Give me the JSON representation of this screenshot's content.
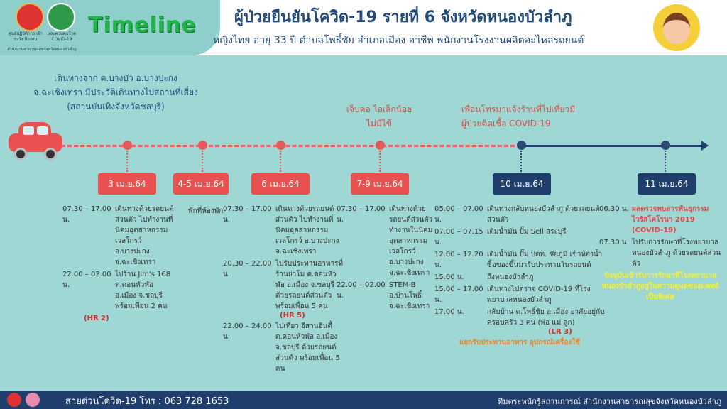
{
  "header": {
    "org1": "ศูนย์ปฏิบัติการ เฝ้าระวัง ป้องกัน",
    "org2": "และควบคุมโรค COVID-19",
    "org3": "สำนักงานสาธารณสุขจังหวัดหนองบัวลำภู",
    "timeline_label": "Timeline",
    "title": "ผู้ป่วยยืนยันโควิด-19 รายที่ 6 จังหวัดหนองบัวลำภู",
    "subtitle": "หญิงไทย อายุ 33  ปี ตำบลโพธิ์ชัย อำเภอเมือง อาชีพ พนักงานโรงงานผลิตอะไหล่รถยนต์"
  },
  "intro": {
    "line1": "เดินทางจาก ต.บางบัว อ.บางปะกง",
    "line2": "จ.ฉะเชิงเทรา มีประวัติเดินทางไปสถานที่เสี่ยง",
    "line3": "(สถานบันเทิงจังหวัดชลบุรี)"
  },
  "notes": {
    "symptom1": "เจ็บคอ ไอเล็กน้อย",
    "symptom2": "ไม่มีไข้",
    "friend1": "เพื่อนโทรมาแจ้งร้านที่ไปเที่ยวมี",
    "friend2": "ผู้ป่วยติดเชื้อ COVID-19"
  },
  "dates": [
    "3 เม.ย.64",
    "4-5 เม.ย.64",
    "6 เม.ย.64",
    "7-9 เม.ย.64",
    "10 เม.ย.64",
    "11 เม.ย.64"
  ],
  "col1": [
    {
      "t": "07.30 – 17.00 น.",
      "d": "เดินทางด้วยรถยนต์ส่วนตัว ไปทำงานที่นิคมอุตสาหกรรมเวลโกรว์ อ.บางปะกง จ.ฉะเชิงเทรา"
    },
    {
      "t": "22.00 – 02.00 น.",
      "d": "ไปร้าน Jim's 168 ต.ดอนหัวฬ่อ อ.เมือง จ.ชลบุรี พร้อมเพื่อน 2 คน"
    }
  ],
  "col1_tag": "(HR 2)",
  "col2": "พักที่ห้องพัก",
  "col3": [
    {
      "t": "07.30 – 17.00 น.",
      "d": "เดินทางด้วยรถยนต์ส่วนตัว ไปทำงานที่นิคมอุตสาหกรรมเวลโกรว์ อ.บางปะกง จ.ฉะเชิงเทรา"
    },
    {
      "t": "20.30 – 22.00 น.",
      "d": "ไปรับประทานอาหารที่ร้านย่าโม ต.ดอนหัวฬ่อ อ.เมือง จ.ชลบุรี ด้วยรถยนต์ส่วนตัว พร้อมเพื่อน 5 คน"
    },
    {
      "t": "22.00 – 24.00 น.",
      "d": "ไปเที่ยว อีสานอินดี้ ต.ดอนหัวฬ่อ อ.เมือง จ.ชลบุรี ด้วยรถยนต์ส่วนตัว พร้อมเพื่อน 5 คน"
    }
  ],
  "col3_tag": "(HR 5)",
  "col4": [
    {
      "t": "07.30 – 17.00 น.",
      "d": "เดินทางด้วยรถยนต์ส่วนตัว ทำงานในนิคมอุตสาหกรรมเวลโกรว์ อ.บางปะกง จ.ฉะเชิงเทรา"
    },
    {
      "t": "22.00 – 02.00 น.",
      "d": "STEM-B อ.บ้านโพธิ์ จ.ฉะเชิงเทรา"
    }
  ],
  "col5": [
    {
      "t": "05.00 – 07.00 น.",
      "d": "เดินทางกลับหนองบัวลำภู ด้วยรถยนต์ส่วนตัว"
    },
    {
      "t": "07.00 – 07.15 น.",
      "d": "เติมน้ำมัน ปั๊ม Sell สระบุรี"
    },
    {
      "t": "12.00 – 12.20 น.",
      "d": "เติมน้ำมัน ปั๊ม ปตท. ชัยภูมิ เข้าห้องน้ำ ซื้อของขึ้นมารับประทานในรถยนต์"
    },
    {
      "t": "15.00 น.",
      "d": "ถึงหนองบัวลำภู"
    },
    {
      "t": "15.00 – 17.00 น.",
      "d": "เดินทางไปตรวจ COVID-19 ที่โรงพยาบาลหนองบัวลำภู"
    },
    {
      "t": "17.00 น.",
      "d": "กลับบ้าน ต.โพธิ์ชัย อ.เมือง อาศัยอยู่กับครอบครัว 3 คน (พ่อ แม่ ลูก)"
    }
  ],
  "col5_tag": "(LR 3)",
  "col5_tail": "แยกรับประทานอาหาร อุปกรณ์เครื่องใช้",
  "col6": [
    {
      "t": "06.30 น.",
      "d": "ผลตรวจพบสารพันธุกรรมไวรัสโคโรนา 2019 (COVID-19)"
    },
    {
      "t": "07.30 น.",
      "d": "ไปรับการรักษาที่โรงพยาบาลหนองบัวลำภู ด้วยรถยนต์ส่วนตัว"
    }
  ],
  "col6_tail": "ปัจจุบันเข้ารับการรักษาที่โรงพยาบาลหนองบัวลำภูอยู่ในความดูแลของแพทย์เป็นพิเศษ",
  "footer": {
    "hotline": "สายด่วนโควิด-19 โทร : 063 728 1653",
    "team": "ทีมตระหนักรู้สถานการณ์ สำนักงานสาธารณสุขจังหวัดหนองบัวลำภู"
  },
  "colors": {
    "red": "#e8514f",
    "navy": "#1f3e6b",
    "bg": "#9fd7d4",
    "green": "#1fb54a",
    "yellow": "#f7f12a"
  }
}
